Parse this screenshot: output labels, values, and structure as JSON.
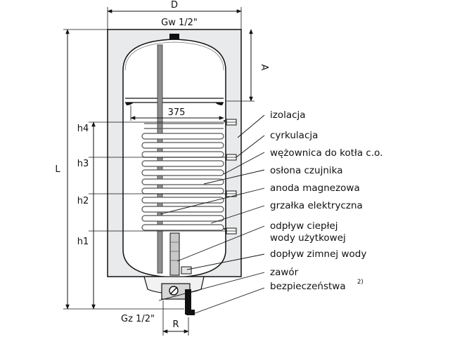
{
  "dimensions": {
    "D": "D",
    "gw": "Gw 1/2\"",
    "A": "A",
    "width375": "375",
    "L": "L",
    "h4": "h4",
    "h3": "h3",
    "h2": "h2",
    "h1": "h1",
    "gz": "Gz 1/2\"",
    "R": "R"
  },
  "labels": {
    "izolacja": "izolacja",
    "cyrkulacja": "cyrkulacja",
    "wezownica": "wężownica do kotła c.o.",
    "oslona": "osłona czujnika",
    "anoda": "anoda magnezowa",
    "grzalka": "grzałka elektryczna",
    "odplyw_line1": "odpływ ciepłej",
    "odplyw_line2": "wody użytkowej",
    "doplyw": "dopływ zimnej wody",
    "zawor_line1": "zawór",
    "zawor_line2": "bezpieczeństwa",
    "zawor_note": "2)"
  },
  "icons": {
    "valve": "valve-symbol"
  }
}
